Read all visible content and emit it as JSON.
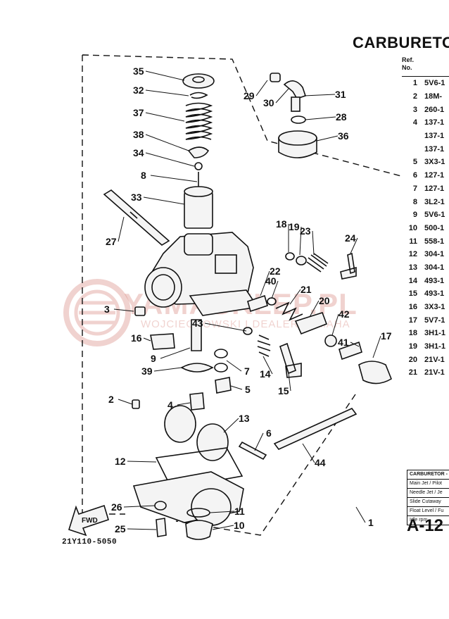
{
  "page": {
    "title": "CARBURETOR",
    "page_number": "A-12",
    "diagram_code": "21Y110-5050"
  },
  "watermark": {
    "name": "YAMASKLEP.PL",
    "tagline": "WOJCIECHOWSKI I DEALER YAMAHA"
  },
  "reference_table": {
    "header_line1": "Ref.",
    "header_line2": "No.",
    "rows": [
      {
        "ref": "1",
        "part": "5V6-1"
      },
      {
        "ref": "2",
        "part": "18M-"
      },
      {
        "ref": "3",
        "part": "260-1"
      },
      {
        "ref": "4",
        "part": "137-1"
      },
      {
        "ref": "",
        "part": "137-1"
      },
      {
        "ref": "",
        "part": "137-1"
      },
      {
        "ref": "5",
        "part": "3X3-1"
      },
      {
        "ref": "6",
        "part": "127-1"
      },
      {
        "ref": "7",
        "part": "127-1"
      },
      {
        "ref": "8",
        "part": "3L2-1"
      },
      {
        "ref": "9",
        "part": "5V6-1"
      },
      {
        "ref": "10",
        "part": "500-1"
      },
      {
        "ref": "11",
        "part": "558-1"
      },
      {
        "ref": "12",
        "part": "304-1"
      },
      {
        "ref": "13",
        "part": "304-1"
      },
      {
        "ref": "14",
        "part": "493-1"
      },
      {
        "ref": "15",
        "part": "493-1"
      },
      {
        "ref": "16",
        "part": "3X3-1"
      },
      {
        "ref": "17",
        "part": "5V7-1"
      },
      {
        "ref": "18",
        "part": "3H1-1"
      },
      {
        "ref": "19",
        "part": "3H1-1"
      },
      {
        "ref": "20",
        "part": "21V-1"
      },
      {
        "ref": "21",
        "part": "21V-1"
      }
    ]
  },
  "spec_box": {
    "rows": [
      "CARBURETOR - (",
      "Main Jet / Pilot",
      "Needle Jet / Je",
      "Slide Cutaway",
      "Float Level / Fu",
      "Idle rpm"
    ]
  },
  "diagram": {
    "fwd_label": "FWD",
    "callouts": [
      "35",
      "32",
      "37",
      "38",
      "34",
      "8",
      "33",
      "27",
      "29",
      "30",
      "31",
      "28",
      "36",
      "18",
      "19",
      "23",
      "24",
      "40",
      "22",
      "21",
      "20",
      "42",
      "41",
      "17",
      "3",
      "16",
      "43",
      "9",
      "7",
      "39",
      "5",
      "14",
      "15",
      "2",
      "4",
      "13",
      "6",
      "12",
      "44",
      "26",
      "25",
      "11",
      "10",
      "1"
    ]
  },
  "colors": {
    "ink": "#111111",
    "watermark": "#c0392b"
  }
}
